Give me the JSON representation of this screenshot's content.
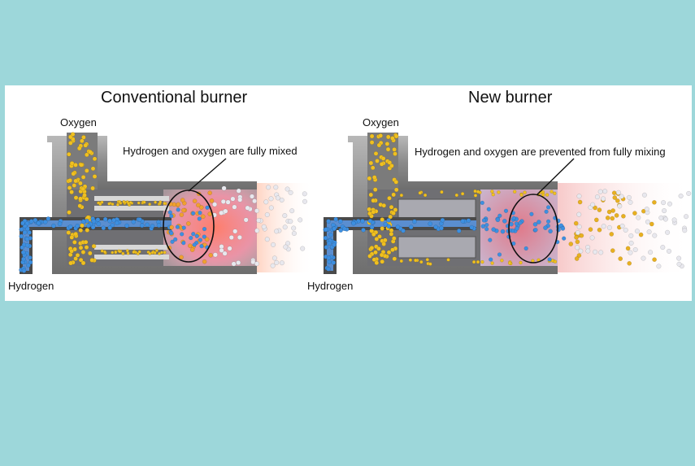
{
  "colors": {
    "background": "#9dd7da",
    "panel": "#ffffff",
    "oxygen": "#f0c020",
    "hydrogen": "#3d8fe0",
    "water": "#e8e8ee",
    "flame_conventional": "#ff8a9a",
    "flame_new": "#f4c6c6",
    "metal": "#8c8c8c"
  },
  "left": {
    "title": "Conventional burner",
    "oxygen_label": "Oxygen",
    "hydrogen_label": "Hydrogen",
    "annotation": "Hydrogen and oxygen are fully mixed"
  },
  "right": {
    "title": "New burner",
    "oxygen_label": "Oxygen",
    "hydrogen_label": "Hydrogen",
    "annotation": "Hydrogen and oxygen are prevented from fully mixing"
  }
}
